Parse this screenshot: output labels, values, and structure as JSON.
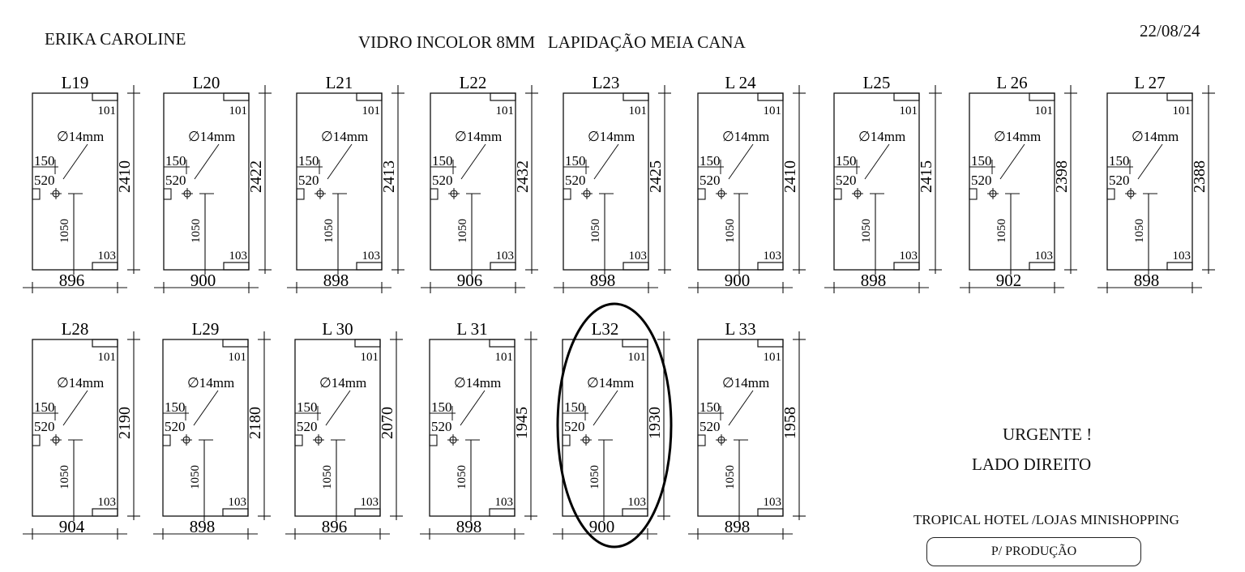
{
  "header": {
    "client": "ERIKA CAROLINE",
    "spec": "VIDRO INCOLOR 8MM   LAPIDAÇÃO MEIA CANA",
    "date": "22/08/24"
  },
  "common": {
    "corner_top": "101",
    "corner_bottom": "103",
    "hole_label": "∅14mm",
    "dim_150": "150",
    "dim_520": "520",
    "dim_1050": "1050"
  },
  "panels": [
    {
      "name": "L19",
      "height": "2410",
      "width": "896"
    },
    {
      "name": "L20",
      "height": "2422",
      "width": "900"
    },
    {
      "name": "L21",
      "height": "2413",
      "width": "898"
    },
    {
      "name": "L22",
      "height": "2432",
      "width": "906"
    },
    {
      "name": "L23",
      "height": "2425",
      "width": "898"
    },
    {
      "name": "L 24",
      "height": "2410",
      "width": "900"
    },
    {
      "name": "L25",
      "height": "2415",
      "width": "898"
    },
    {
      "name": "L 26",
      "height": "2398",
      "width": "902"
    },
    {
      "name": "L 27",
      "height": "2388",
      "width": "898"
    },
    {
      "name": "L28",
      "height": "2190",
      "width": "904"
    },
    {
      "name": "L29",
      "height": "2180",
      "width": "898"
    },
    {
      "name": "L 30",
      "height": "2070",
      "width": "896"
    },
    {
      "name": "L 31",
      "height": "1945",
      "width": "898"
    },
    {
      "name": "L32",
      "height": "1930",
      "width": "900",
      "highlighted": true
    },
    {
      "name": "L 33",
      "height": "1958",
      "width": "898"
    }
  ],
  "notes": {
    "urgent": "URGENTE !",
    "side": "LADO DIREITO",
    "project": "TROPICAL HOTEL /LOJAS MINISHOPPING",
    "production": "P/ PRODUÇÃO"
  }
}
